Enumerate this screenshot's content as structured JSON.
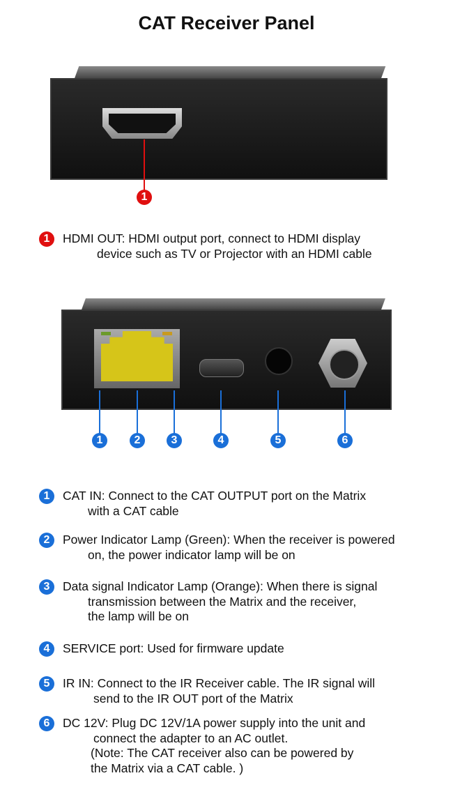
{
  "title": "CAT Receiver Panel",
  "colors": {
    "red_marker": "#e00f0f",
    "blue_marker": "#1a6fd8"
  },
  "hdmi_panel": {
    "markers": [
      "1"
    ],
    "items": [
      {
        "num": "1",
        "lines": [
          "HDMI OUT: HDMI output port, connect to HDMI display",
          "device such as TV or Projector with an HDMI cable"
        ]
      }
    ]
  },
  "cat_panel": {
    "markers": [
      "1",
      "2",
      "3",
      "4",
      "5",
      "6"
    ],
    "items": [
      {
        "num": "1",
        "lines": [
          "CAT IN: Connect to the CAT OUTPUT port on the Matrix",
          "with a CAT cable"
        ]
      },
      {
        "num": "2",
        "lines": [
          "Power Indicator Lamp (Green): When the receiver is powered",
          "on, the power indicator lamp will be on"
        ]
      },
      {
        "num": "3",
        "lines": [
          "Data signal Indicator Lamp (Orange): When there is signal",
          "transmission between the Matrix and the receiver,",
          "the lamp will be on"
        ]
      },
      {
        "num": "4",
        "lines": [
          "SERVICE port: Used for firmware update"
        ]
      },
      {
        "num": "5",
        "lines": [
          "IR IN: Connect to the IR Receiver cable. The IR signal will",
          "send to the IR OUT port of the Matrix"
        ]
      },
      {
        "num": "6",
        "lines": [
          "DC 12V: Plug DC 12V/1A power supply into the unit and",
          "connect the adapter to an AC outlet.",
          "(Note: The CAT receiver also can be powered by",
          "the Matrix via a CAT cable. )"
        ]
      }
    ]
  }
}
